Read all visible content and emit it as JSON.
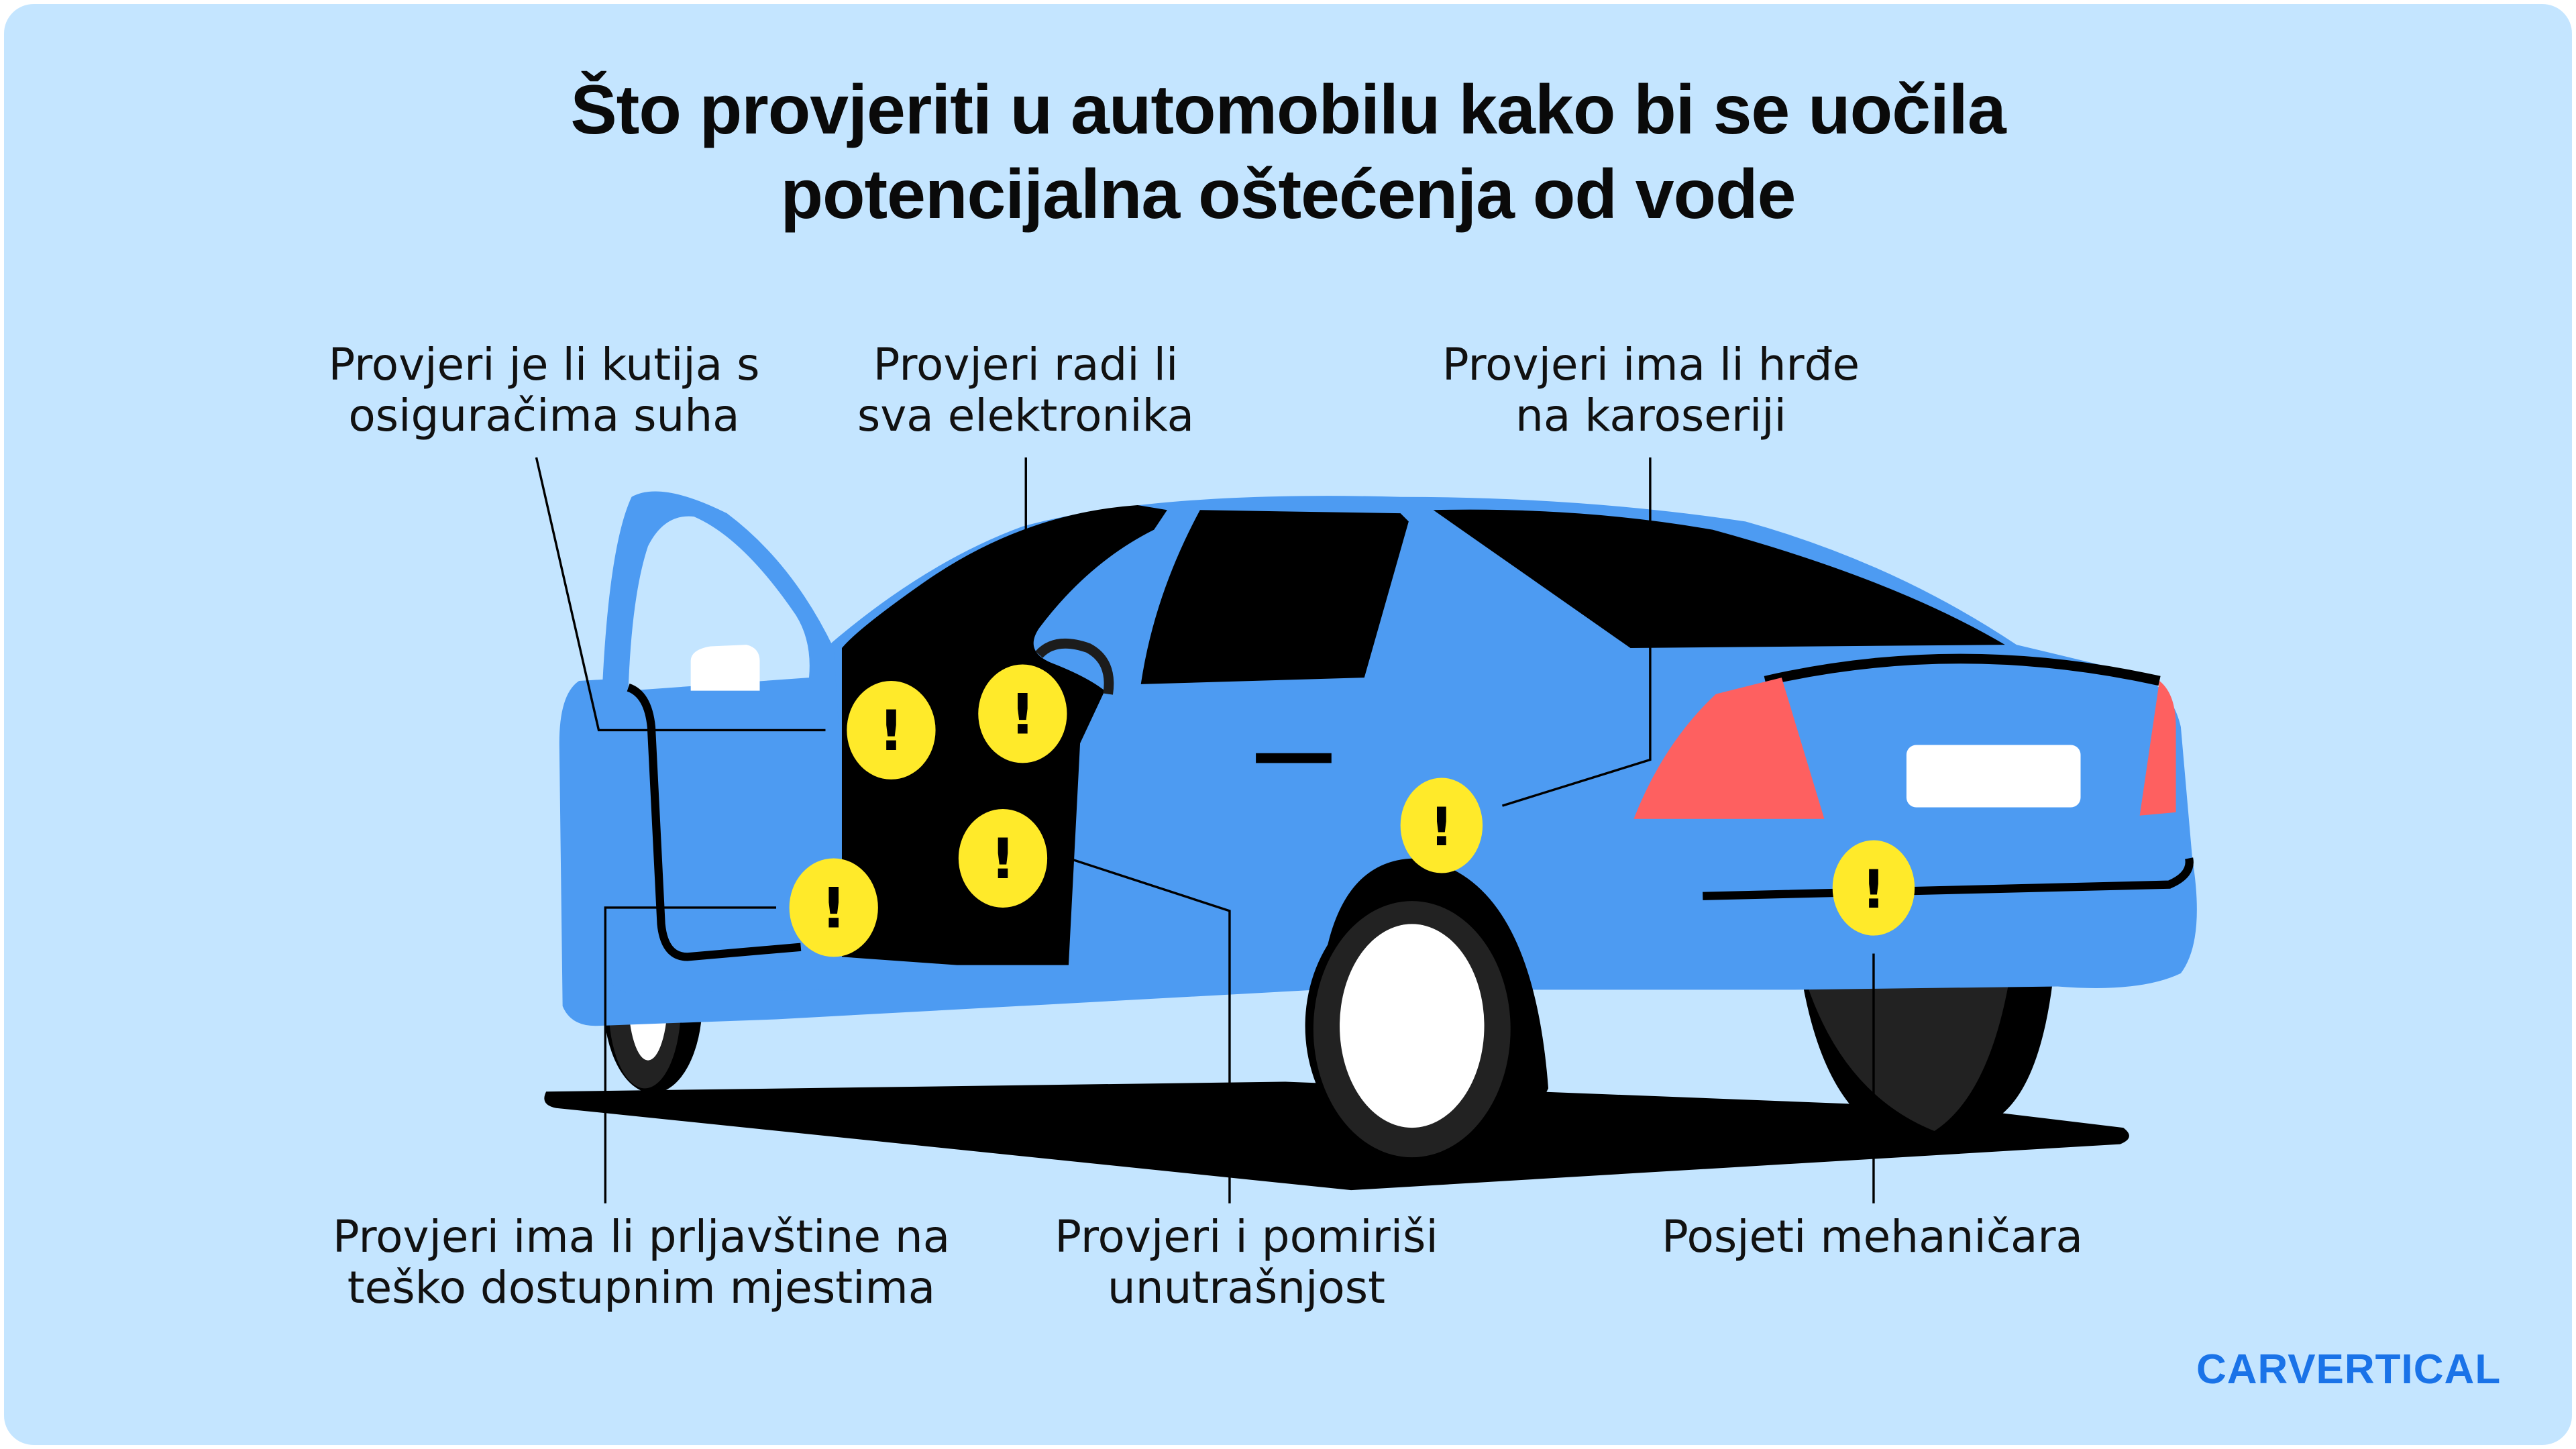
{
  "title": {
    "line1": "Što provjeriti u automobilu kako bi se uočila",
    "line2": "potencijalna oštećenja od vode"
  },
  "callouts": [
    {
      "id": "fuse-box",
      "line1": "Provjeri je li kutija s",
      "line2": "osiguračima suha"
    },
    {
      "id": "electronics",
      "line1": "Provjeri radi li",
      "line2": "sva elektronika"
    },
    {
      "id": "rust",
      "line1": "Provjeri ima li hrđe",
      "line2": "na karoseriji"
    },
    {
      "id": "dirt",
      "line1": "Provjeri ima li prljavštine na",
      "line2": "teško dostupnim mjestima"
    },
    {
      "id": "smell",
      "line1": "Provjeri i pomiriši",
      "line2": "unutrašnjost"
    },
    {
      "id": "mechanic",
      "line1": "Posjeti mehaničara",
      "line2": ""
    }
  ],
  "marker_symbol": "!",
  "logo": {
    "text": "CARVERTICAL"
  },
  "colors": {
    "background": "#c4e5ff",
    "car_body": "#4d9bf2",
    "warning_marker": "#ffea2a",
    "tail_light": "#fe6060",
    "logo": "#1a73e8"
  }
}
